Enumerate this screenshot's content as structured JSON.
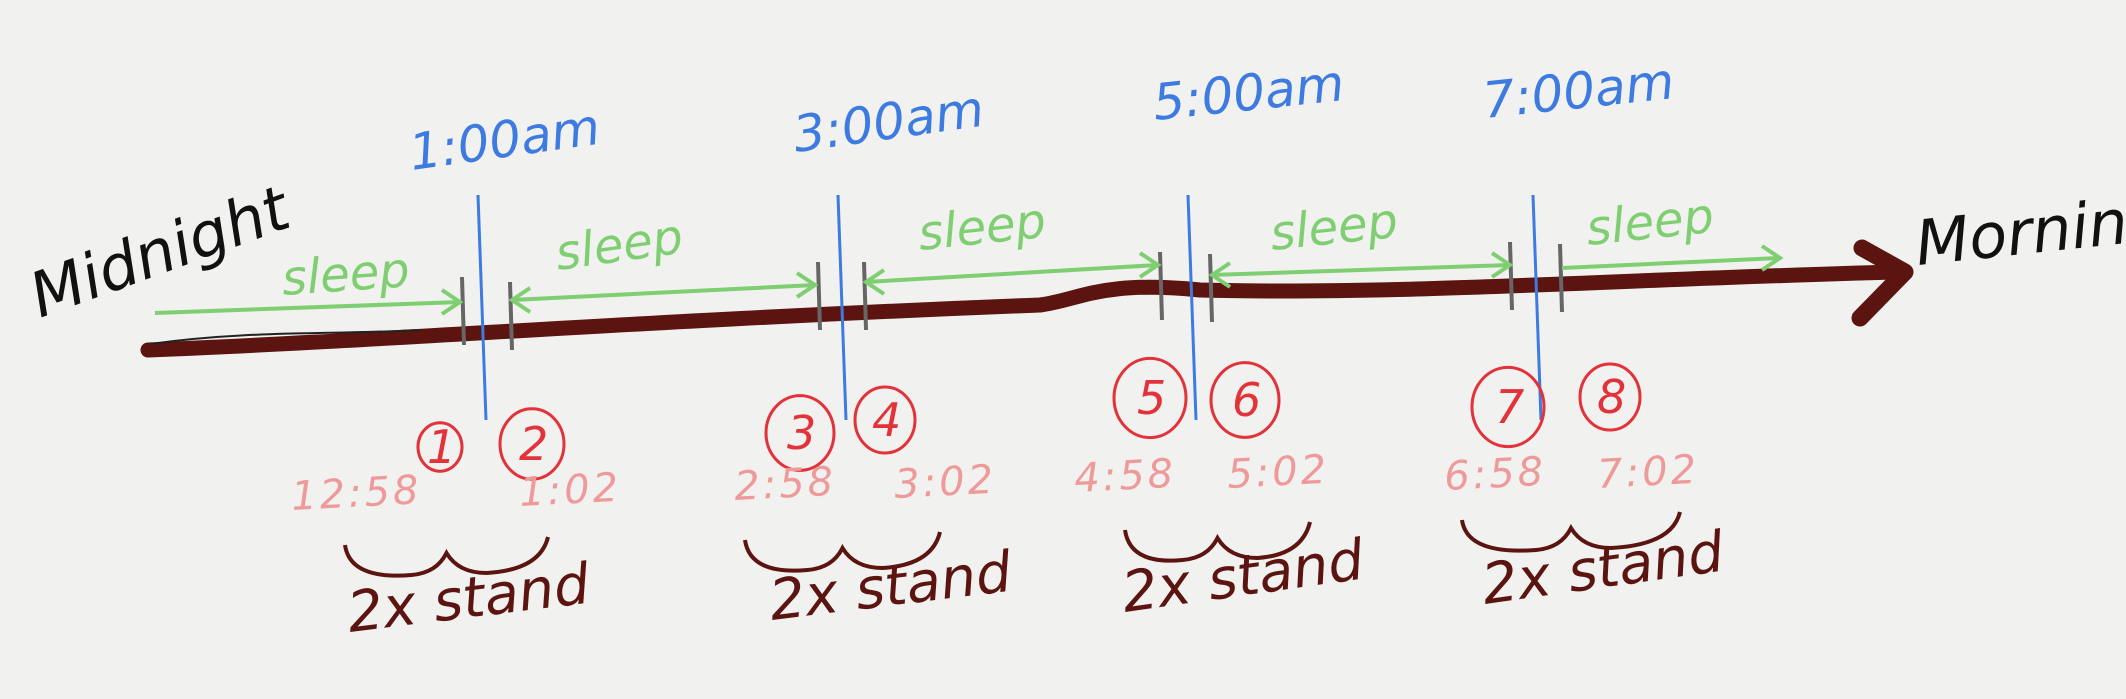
{
  "start_label": "Midnight",
  "end_label": "Morning",
  "hours": [
    "1:00am",
    "3:00am",
    "5:00am",
    "7:00am"
  ],
  "sleep_label": "sleep",
  "alarms": [
    {
      "num": "1",
      "time": "12:58"
    },
    {
      "num": "2",
      "time": "1:02"
    },
    {
      "num": "3",
      "time": "2:58"
    },
    {
      "num": "4",
      "time": "3:02"
    },
    {
      "num": "5",
      "time": "4:58"
    },
    {
      "num": "6",
      "time": "5:02"
    },
    {
      "num": "7",
      "time": "6:58"
    },
    {
      "num": "8",
      "time": "7:02"
    }
  ],
  "stand_label": "2x stand",
  "colors": {
    "timeline": "#5b1410",
    "hour_marker": "#3d7be0",
    "sleep": "#7fce72",
    "alarm": "#e2323a",
    "alarm_time": "#ef9a9a",
    "stand": "#5b1410",
    "text": "#111111"
  }
}
